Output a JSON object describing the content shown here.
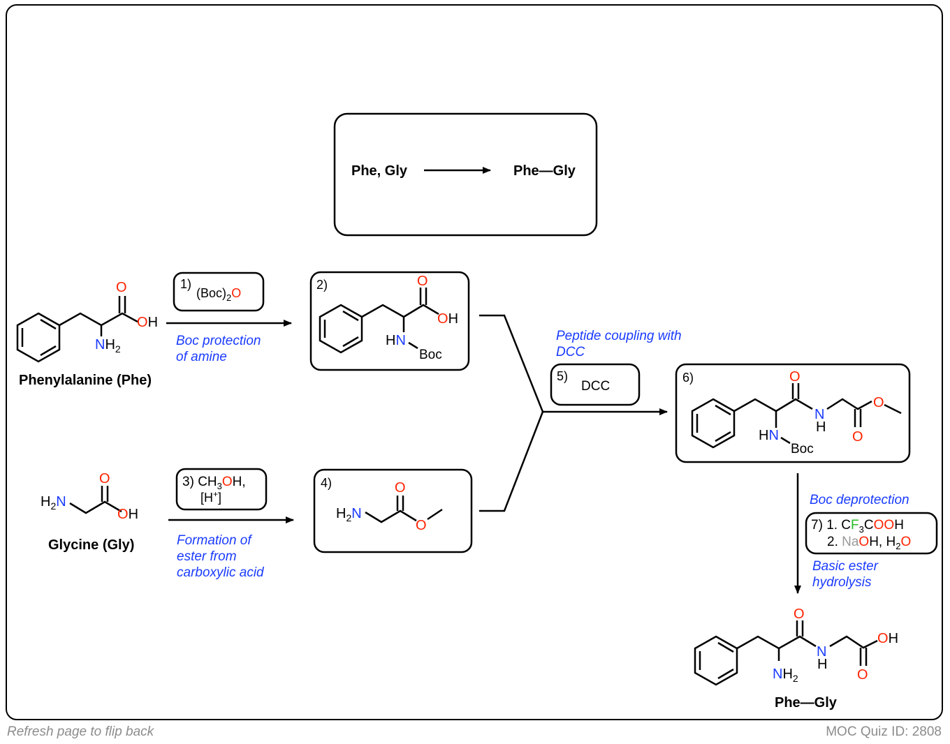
{
  "overview": {
    "reactants": "Phe, Gly",
    "product": "Phe—Gly"
  },
  "molecules": {
    "phe": {
      "name": "Phenylalanine (Phe)"
    },
    "gly": {
      "name": "Glycine (Gly)"
    },
    "product": {
      "name": "Phe—Gly"
    }
  },
  "steps": {
    "step1": {
      "number": "1)",
      "reagent_prefix": "(Boc)",
      "reagent_sub": "2",
      "reagent_o": "O",
      "note_line1": "Boc protection",
      "note_line2": "of amine"
    },
    "step2": {
      "number": "2)"
    },
    "step3": {
      "number": "3)",
      "line1_a": "CH",
      "line1_sub": "3",
      "line1_o": "O",
      "line1_b": "H,",
      "line2": "[H",
      "line2_sup": "+",
      "line2_end": "]",
      "note_line1": "Formation of",
      "note_line2": "ester from",
      "note_line3": "carboxylic acid"
    },
    "step4": {
      "number": "4)"
    },
    "step5": {
      "number": "5)",
      "reagent": "DCC",
      "note_line1": "Peptide coupling with",
      "note_line2": "DCC"
    },
    "step6": {
      "number": "6)"
    },
    "step7": {
      "number": "7)",
      "note_top": "Boc deprotection",
      "note_bottom_line1": "Basic ester",
      "note_bottom_line2": "hydrolysis",
      "line1_prefix": "1. C",
      "line1_f": "F",
      "line1_sub": "3",
      "line1_c": "C",
      "line1_oo": "OO",
      "line1_h": "H",
      "line2_prefix": "2. ",
      "line2_na": "Na",
      "line2_o": "O",
      "line2_h": "H, H",
      "line2_sub": "2",
      "line2_o2": "O"
    }
  },
  "atoms": {
    "O": "O",
    "OH_O": "O",
    "H": "H",
    "N": "N",
    "NH2_N": "N",
    "H2": "H",
    "sub2": "2",
    "Boc": "Boc",
    "HN_H": "H"
  },
  "colors": {
    "oxygen": "#ff2200",
    "nitrogen": "#1a3bff",
    "fluorine": "#22bb22",
    "sodium": "#999999",
    "note": "#1a3bff"
  },
  "footer": {
    "left": "Refresh page to flip back",
    "right": "MOC Quiz ID: 2808"
  }
}
